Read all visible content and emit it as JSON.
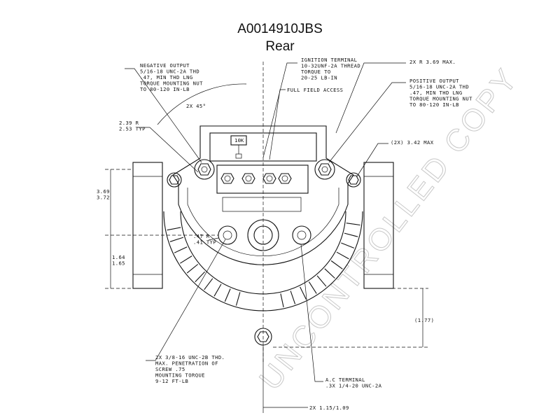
{
  "title": "A0014910JBS",
  "subtitle": "Rear",
  "watermark": "UNCONTROLLED COPY",
  "label_10k": "10K",
  "notes": {
    "negative_output": [
      "NEGATIVE OUTPUT",
      "5/16-18 UNC-2A THD",
      ".47, MIN THD LNG",
      "TORQUE MOUNTING NUT",
      "TO 80-120 IN-LB"
    ],
    "ignition_terminal": [
      "IGNITION TERMINAL",
      "10-32UNF-2A THREAD",
      "TORQUE TO",
      "20-25 LB-IN"
    ],
    "full_field_access": [
      "FULL FIELD ACCESS"
    ],
    "radius_max": [
      "2X R 3.69 MAX."
    ],
    "positive_output": [
      "POSITIVE OUTPUT",
      "5/16-18 UNC-2A THD",
      ".47, MIN THD LNG",
      "TORQUE MOUNTING NUT",
      "TO 80-120 IN-LB"
    ],
    "angle": [
      "2X 45°"
    ],
    "radius_typ": [
      "2.39 R",
      "2.53 TYP"
    ],
    "max_342": [
      "(2X) 3.42 MAX"
    ],
    "mounting_holes": [
      "2X 3/8-16 UNC-2B THD.",
      "MAX. PENETRATION OF",
      "SCREW .75",
      "MOUNTING TORQUE",
      "9-12 FT-LB"
    ],
    "ac_terminal": [
      "A.C TERMINAL",
      ".3X 1/4-20 UNC-2A"
    ],
    "bottom_dim": [
      "2X 1.15/1.09"
    ],
    "left_dim_a": [
      "3.69",
      "3.72"
    ],
    "left_dim_b": [
      "1.64",
      "1.65"
    ],
    "hole_dim": [
      ".47 R",
      ".41 TYP"
    ],
    "right_dim": [
      "(1.77)"
    ]
  }
}
